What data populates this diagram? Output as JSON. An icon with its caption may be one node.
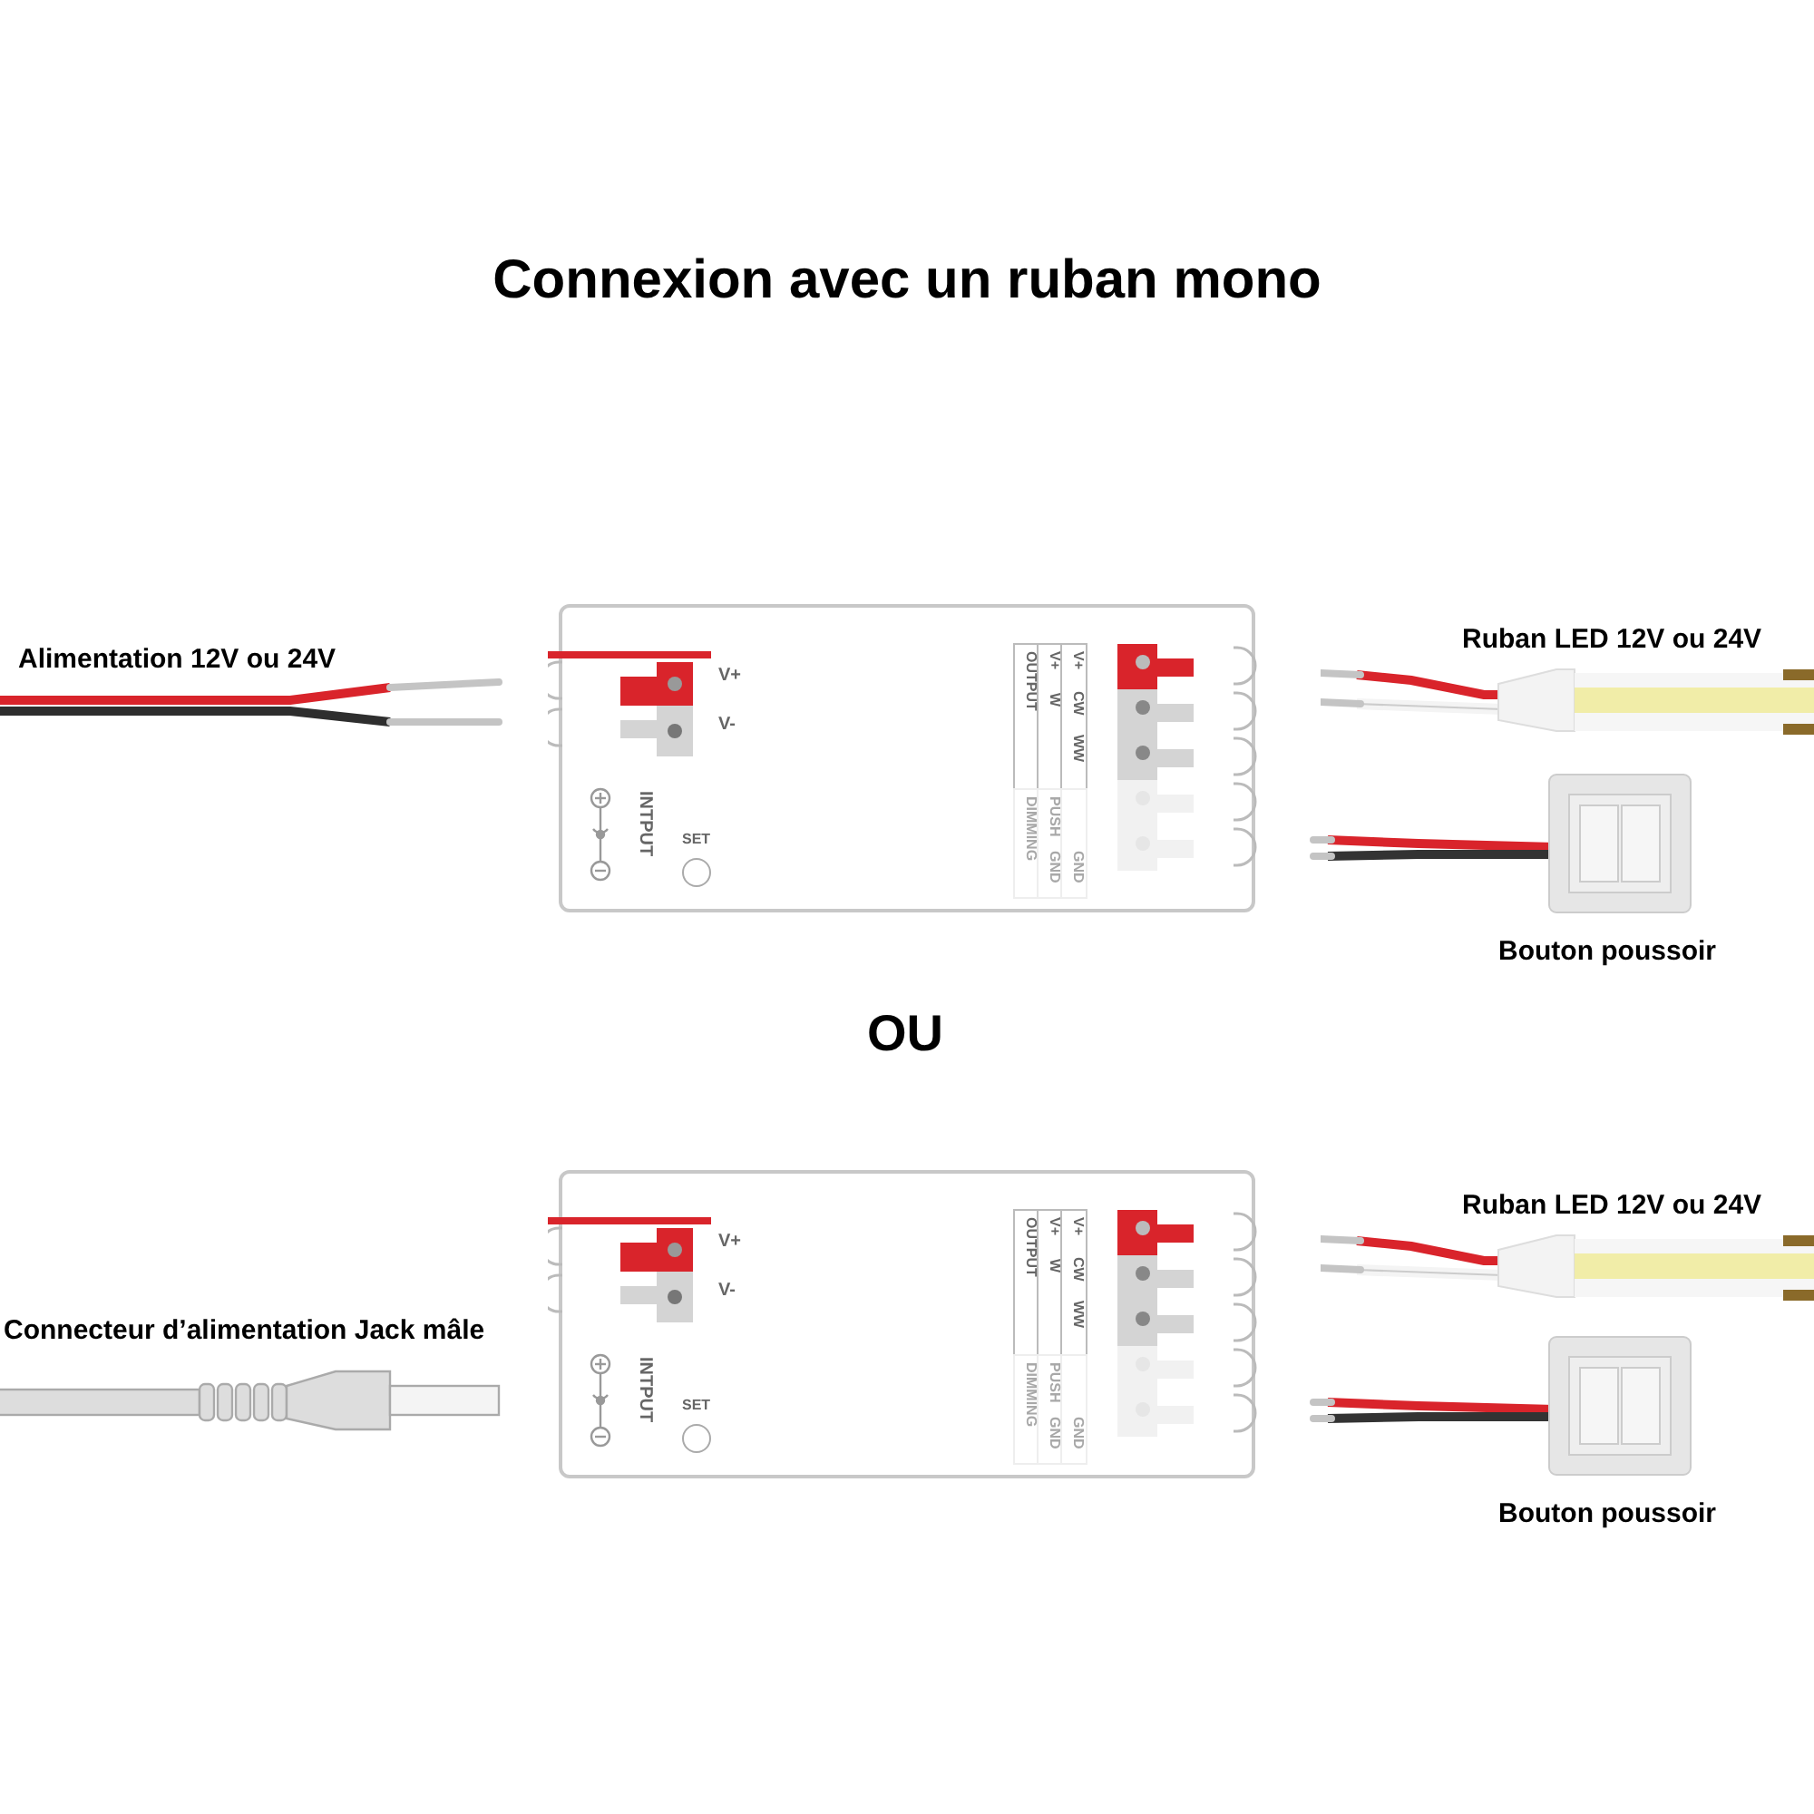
{
  "diagram": {
    "title": "Connexion avec un ruban mono",
    "nodes": [
      {
        "text": [
          "Alimentation 12V ou 24V"
        ]
      },
      {
        "text": [
          "V+",
          "V-",
          "INTPUT",
          "SET",
          "OUTPUT",
          "V+",
          "W",
          "V+",
          "CW",
          "WW",
          "DIMMING",
          "PUSH",
          "GND",
          "GND"
        ]
      },
      {
        "text": [
          "Ruban LED 12V ou 24V"
        ]
      },
      {
        "text": [
          "Bouton poussoir"
        ]
      },
      {
        "text": [
          "Connecteur d’alimentation Jack mâle"
        ]
      },
      {
        "text": [
          "V+",
          "V-",
          "INTPUT",
          "SET",
          "OUTPUT",
          "V+",
          "W",
          "V+",
          "CW",
          "WW",
          "DIMMING",
          "PUSH",
          "GND",
          "GND"
        ]
      },
      {
        "text": [
          "Ruban LED 12V ou 24V"
        ]
      },
      {
        "text": [
          "Bouton poussoir"
        ]
      }
    ],
    "labels": [
      "OU"
    ]
  }
}
